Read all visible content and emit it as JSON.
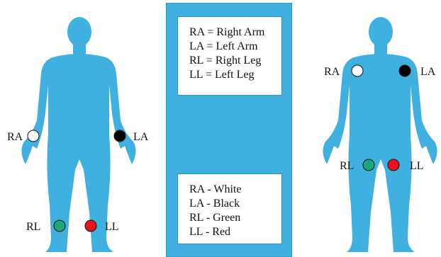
{
  "legend_abbreviations": [
    "RA = Right Arm",
    "LA = Left Arm",
    "RL = Right Leg",
    "LL = Left Leg"
  ],
  "legend_colors": [
    "RA - White",
    "LA - Black",
    "RL - Green",
    "LL - Red"
  ],
  "figure_left": {
    "electrodes": [
      {
        "label": "RA",
        "color": "#ffffff"
      },
      {
        "label": "LA",
        "color": "#000000"
      },
      {
        "label": "RL",
        "color": "#1aa77a"
      },
      {
        "label": "LL",
        "color": "#e8141c"
      }
    ]
  },
  "figure_right": {
    "electrodes": [
      {
        "label": "RA",
        "color": "#ffffff"
      },
      {
        "label": "LA",
        "color": "#000000"
      },
      {
        "label": "RL",
        "color": "#1aa77a"
      },
      {
        "label": "LL",
        "color": "#e8141c"
      }
    ]
  },
  "colors": {
    "body": "#40b0e0",
    "panel": "#40b0e0"
  }
}
